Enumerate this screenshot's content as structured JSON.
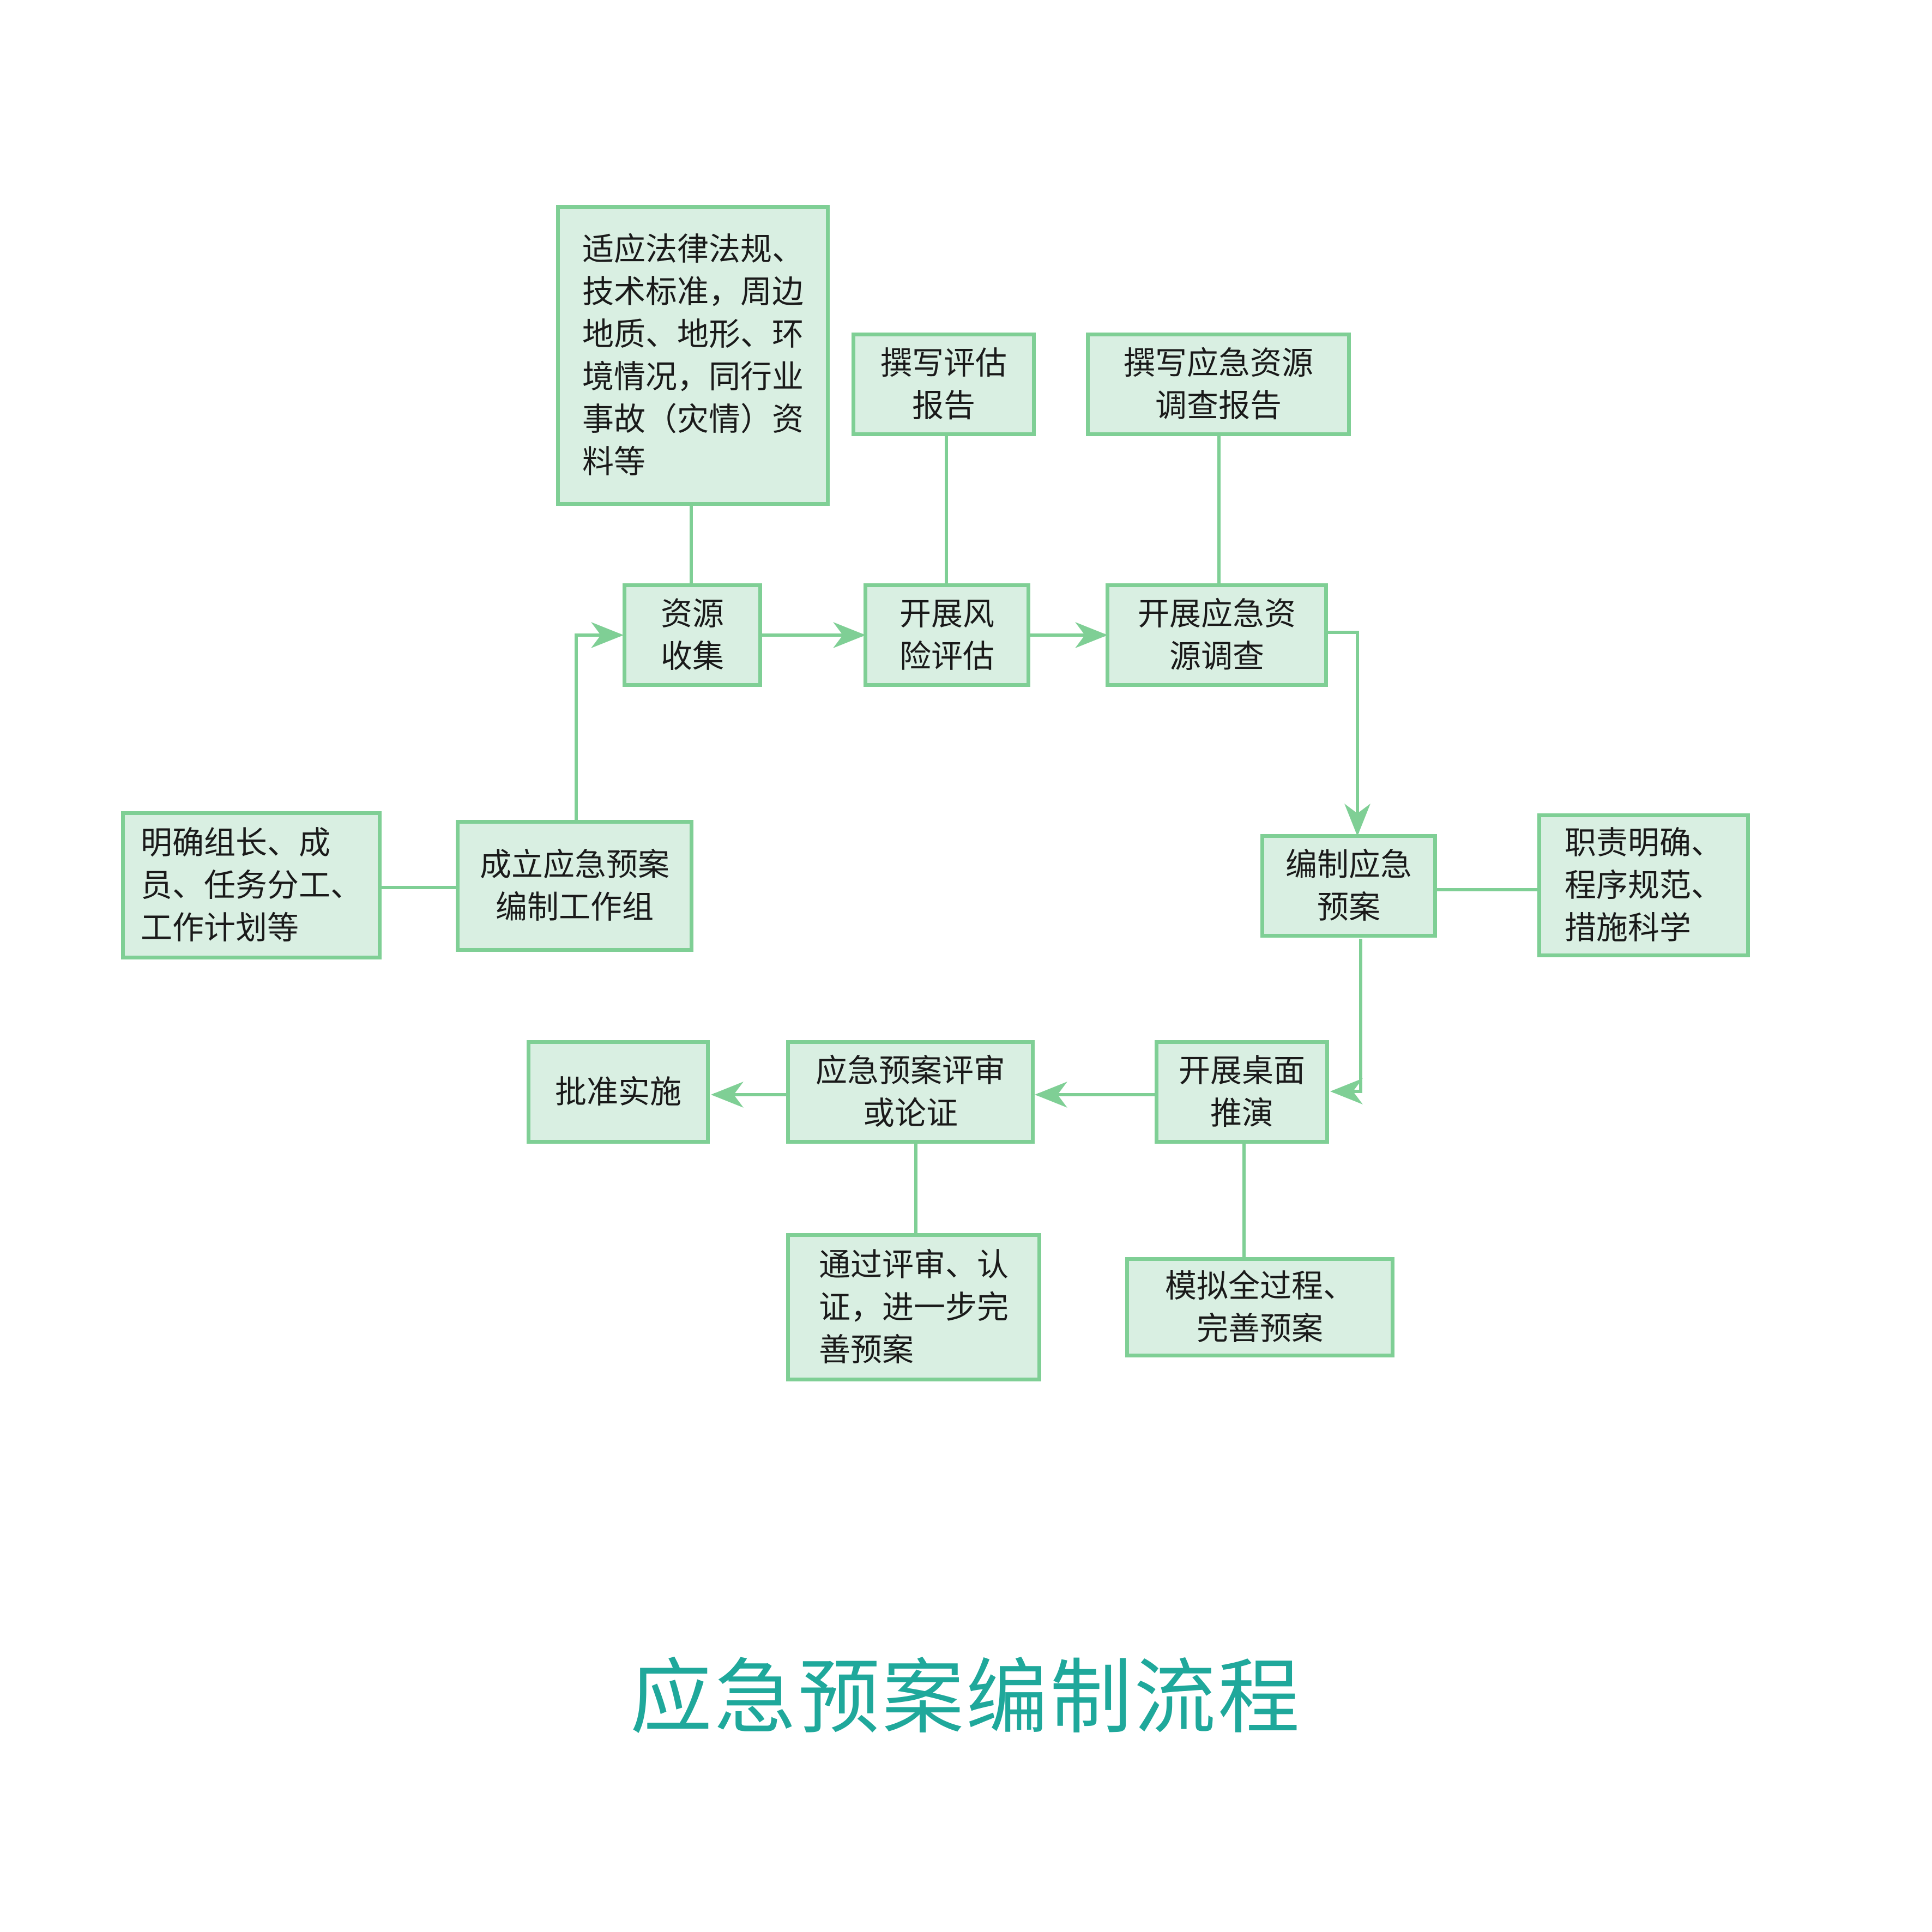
{
  "colors": {
    "box_fill": "#d9efe2",
    "box_border": "#7fcf95",
    "connector": "#7fcf95",
    "title": "#1fa89b"
  },
  "title": "应急预案编制流程",
  "nodes": {
    "laws": "适应法律法规、\n技术标准，周边\n地质、地形、环\n境情况，同行业\n事故（灾情）资\n料等",
    "write_assessment_report": "撰写评估\n报告",
    "write_resource_report": "撰写应急资源\n调查报告",
    "resource_collection": "资源\n收集",
    "risk_assessment": "开展风\n险评估",
    "resource_survey": "开展应急资\n源调查",
    "team_details": "明确组长、成\n员、任务分工、\n工作计划等",
    "form_team": "成立应急预案\n编制工作组",
    "compile_plan": "编制应急\n预案",
    "responsibilities": "职责明确、\n程序规范、\n措施科学",
    "approve": "批准实施",
    "review": "应急预案评审\n或论证",
    "tabletop": "开展桌面\n推演",
    "improve_via_review": "通过评审、认\n证，进一步完\n善预案",
    "simulate": "模拟全过程、\n完善预案"
  }
}
